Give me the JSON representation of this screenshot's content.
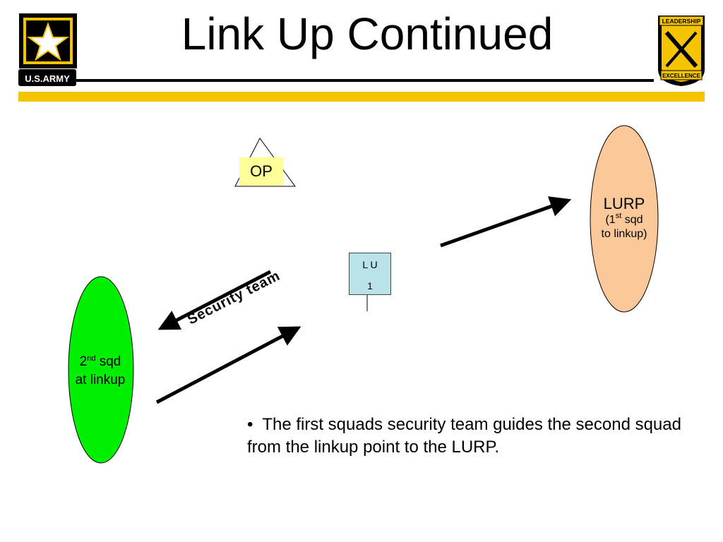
{
  "header": {
    "title": "Link Up Continued",
    "army_logo_text": "U.S.ARMY",
    "crest_text_top": "LEADERSHIP",
    "crest_text_bottom": "EXCELLENCE"
  },
  "diagram": {
    "op_label": "OP",
    "linkup_point": {
      "line1": "L U",
      "line2": "1"
    },
    "lurp": {
      "title": "LURP",
      "line2_pre": "(1",
      "line2_sup": "st",
      "line2_post": " sqd",
      "line3": "to linkup)"
    },
    "second_squad": {
      "line1_pre": "2",
      "line1_sup": "nd",
      "line1_post": " sqd",
      "line2": "at linkup"
    },
    "security_team_label": "Security team"
  },
  "bullet": {
    "marker": "•",
    "text": "The first squads security team guides the second squad from the linkup point to the LURP."
  },
  "colors": {
    "gold": "#F5C400",
    "op_fill": "#FFFF99",
    "lu_fill": "#B9E3E8",
    "lurp_fill": "#FBC899",
    "squad2_fill": "#00EE00"
  }
}
